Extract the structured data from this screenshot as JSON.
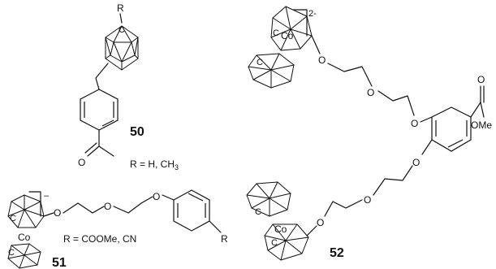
{
  "compound_50": {
    "number": "50",
    "substituent_label": "R",
    "cage_atom": "C",
    "carbonyl_o": "O",
    "r_definition": "R = H, CH",
    "r_definition_sub": "3"
  },
  "compound_51": {
    "number": "51",
    "charge": "–",
    "metal": "Co",
    "cage_c_upper": "C",
    "cage_c_lower": "C",
    "ether_o": [
      "O",
      "O",
      "O"
    ],
    "r_label": "R",
    "r_definition": "R = COOMe, CN"
  },
  "compound_52": {
    "number": "52",
    "charge": "2-",
    "metal_upper": "Co",
    "metal_lower": "Co",
    "cage_c": [
      "C",
      "C",
      "C",
      "C"
    ],
    "ether_o": [
      "O",
      "O",
      "O",
      "O",
      "O",
      "O"
    ],
    "ester_o": "O",
    "ester_ome": "OMe"
  }
}
